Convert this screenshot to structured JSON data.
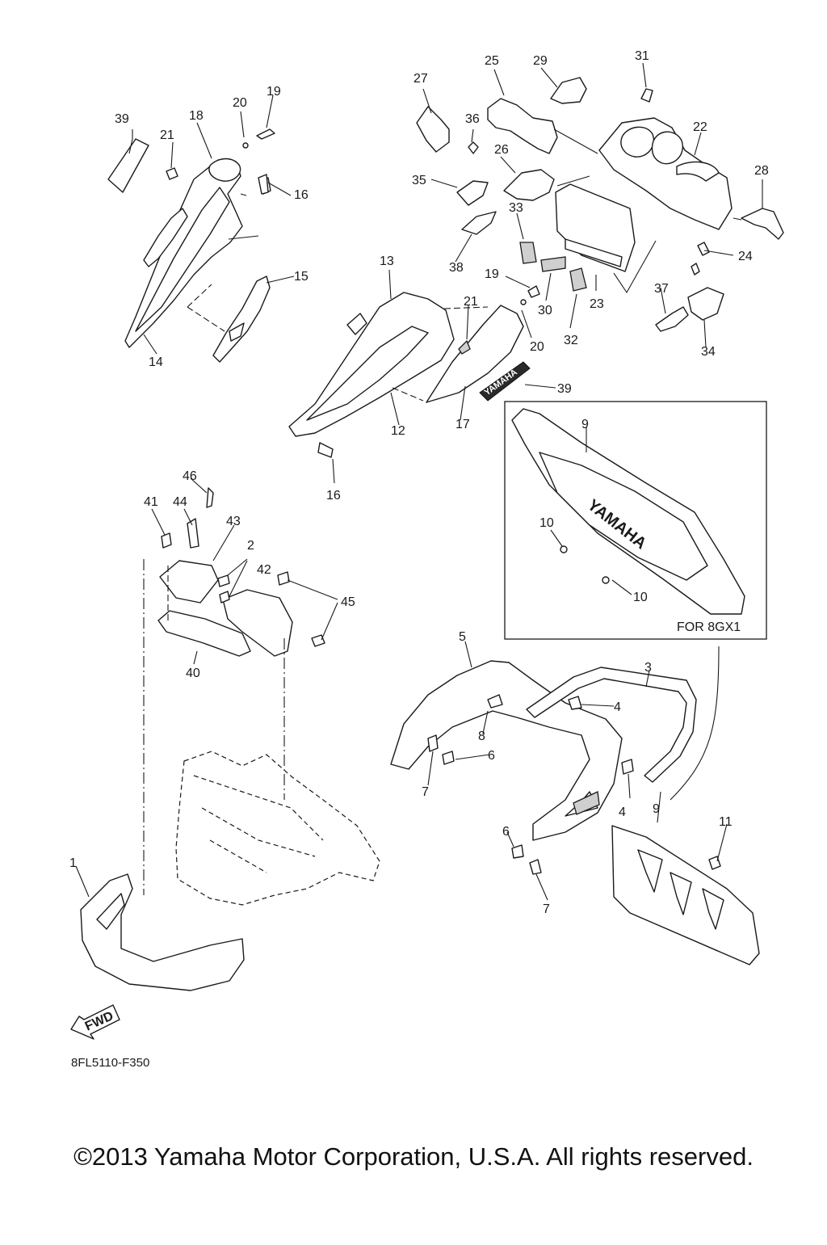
{
  "diagram": {
    "code": "8FL5110-F350",
    "variant_note": "FOR 8GX1",
    "copyright": "©2013 Yamaha Motor Corporation, U.S.A. All rights reserved.",
    "fwd_label": "FWD",
    "brand_mark": "YAMAHA",
    "callouts": [
      "39",
      "21",
      "18",
      "20",
      "19",
      "16",
      "15",
      "14",
      "27",
      "25",
      "29",
      "31",
      "36",
      "26",
      "22",
      "28",
      "35",
      "33",
      "24",
      "38",
      "23",
      "19",
      "30",
      "32",
      "37",
      "34",
      "13",
      "21",
      "20",
      "12",
      "17",
      "39",
      "9",
      "10",
      "10",
      "16",
      "46",
      "41",
      "44",
      "43",
      "2",
      "42",
      "45",
      "40",
      "5",
      "3",
      "4",
      "8",
      "6",
      "7",
      "4",
      "9",
      "11",
      "6",
      "7",
      "1"
    ]
  }
}
